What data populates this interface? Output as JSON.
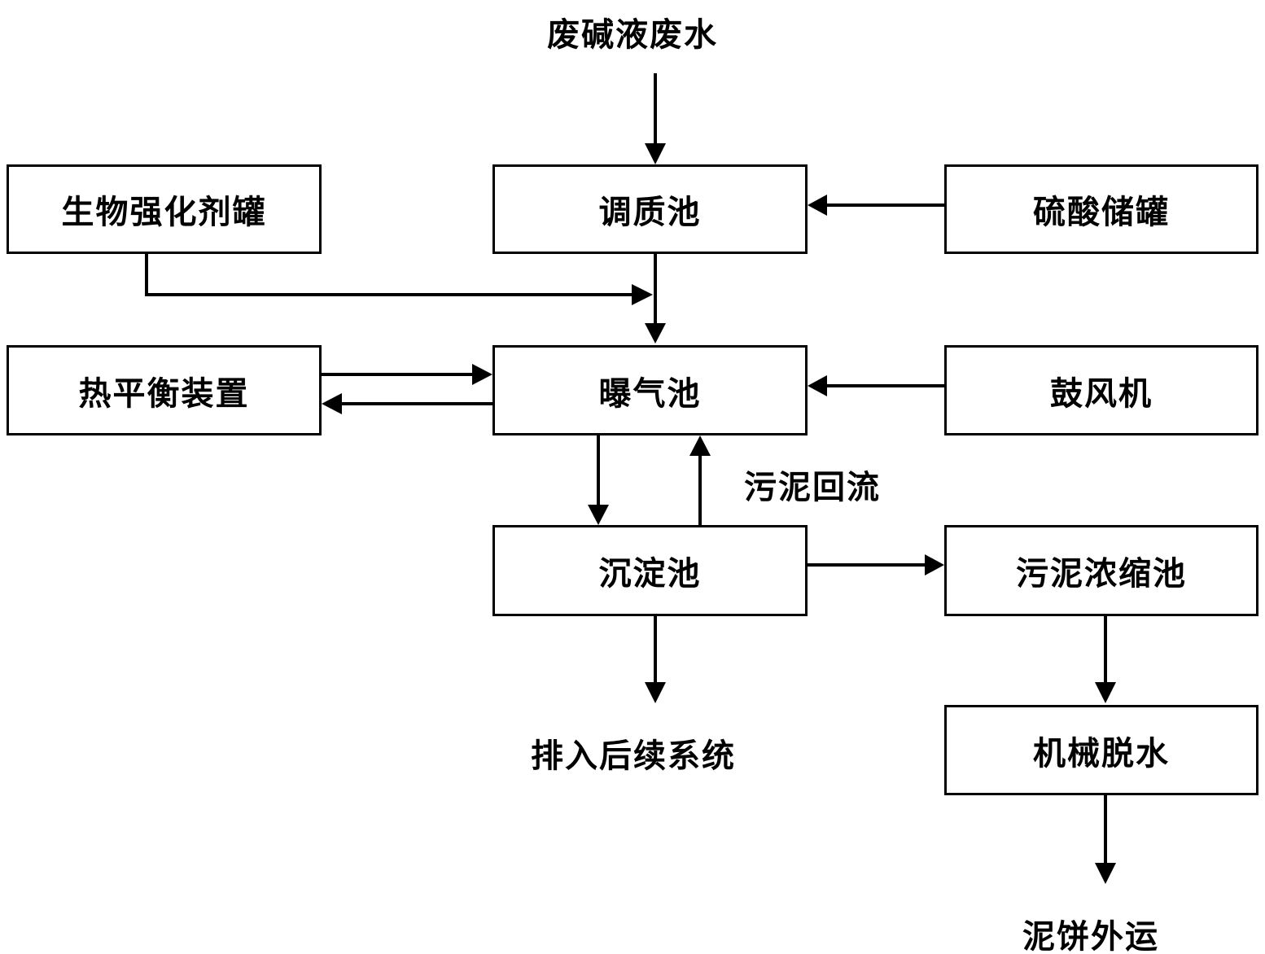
{
  "nodes": {
    "bio_tank": "生物强化剂罐",
    "conditioning_tank": "调质池",
    "sulfuric_tank": "硫酸储罐",
    "heat_balance": "热平衡装置",
    "aeration_tank": "曝气池",
    "blower": "鼓风机",
    "settling_tank": "沉淀池",
    "sludge_thickener": "污泥浓缩池",
    "dewatering": "机械脱水"
  },
  "labels": {
    "inlet": "废碱液废水",
    "sludge_return": "污泥回流",
    "discharge": "排入后续系统",
    "cake_out": "泥饼外运"
  },
  "colors": {
    "stroke": "#000000",
    "background": "#ffffff"
  }
}
